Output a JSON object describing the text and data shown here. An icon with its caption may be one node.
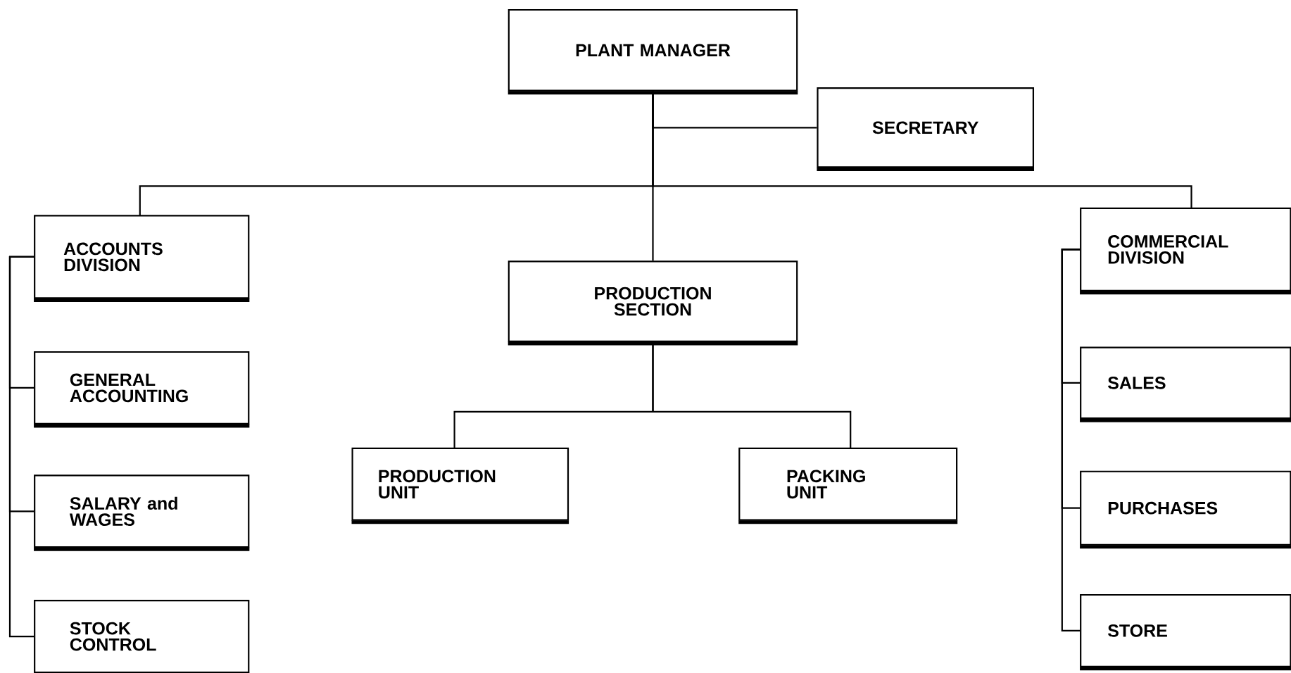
{
  "diagram": {
    "nodes": [
      {
        "text": [
          "PLANT MANAGER"
        ]
      },
      {
        "text": [
          "SECRETARY"
        ]
      },
      {
        "text": [
          "ACCOUNTS DIVISION"
        ]
      },
      {
        "text": [
          "PRODUCTION SECTION"
        ]
      },
      {
        "text": [
          "COMMERCIAL DIVISION"
        ]
      },
      {
        "text": [
          "GENERAL ACCOUNTING"
        ]
      },
      {
        "text": [
          "SALARY and WAGES"
        ]
      },
      {
        "text": [
          "STOCK CONTROL"
        ]
      },
      {
        "text": [
          "PRODUCTION UNIT"
        ]
      },
      {
        "text": [
          "PACKING UNIT"
        ]
      },
      {
        "text": [
          "SALES"
        ]
      },
      {
        "text": [
          "PURCHASES"
        ]
      },
      {
        "text": [
          "STORE"
        ]
      }
    ],
    "edges": [
      {
        "from": 0,
        "to": 1,
        "arrow": "none"
      },
      {
        "from": 0,
        "to": 2,
        "arrow": "none"
      },
      {
        "from": 0,
        "to": 3,
        "arrow": "none"
      },
      {
        "from": 0,
        "to": 4,
        "arrow": "none"
      },
      {
        "from": 2,
        "to": 5,
        "arrow": "none"
      },
      {
        "from": 2,
        "to": 6,
        "arrow": "none"
      },
      {
        "from": 2,
        "to": 7,
        "arrow": "none"
      },
      {
        "from": 3,
        "to": 8,
        "arrow": "none"
      },
      {
        "from": 3,
        "to": 9,
        "arrow": "none"
      },
      {
        "from": 4,
        "to": 10,
        "arrow": "none"
      },
      {
        "from": 4,
        "to": 11,
        "arrow": "none"
      },
      {
        "from": 4,
        "to": 12,
        "arrow": "none"
      }
    ]
  }
}
